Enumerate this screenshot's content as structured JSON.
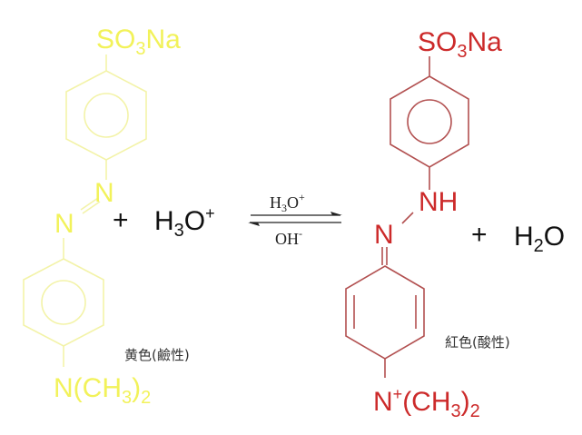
{
  "colors": {
    "base_form": "#f2f25a",
    "acid_form": "#cc2a2a",
    "reagents": "#111111"
  },
  "base_form": {
    "top_group": {
      "main": "SO",
      "sub": "3",
      "tail": "Na"
    },
    "azo_n1": "N",
    "azo_n2": "N",
    "bottom_group": {
      "main": "N(CH",
      "sub": "3",
      "tail": ")",
      "sub2": "2"
    },
    "label": "黄色(鹼性)"
  },
  "plus1": "+",
  "hydronium": {
    "main": "H",
    "sub": "3",
    "tail": "O",
    "sup": "+"
  },
  "equilibrium": {
    "forward": {
      "main": "H",
      "sub": "3",
      "tail": "O",
      "sup": "+"
    },
    "reverse": {
      "main": "OH",
      "sup": "-"
    }
  },
  "acid_form": {
    "top_group": {
      "main": "SO",
      "sub": "3",
      "tail": "Na"
    },
    "nh": "NH",
    "n": "N",
    "bottom_group": {
      "main": "N",
      "sup": "+",
      "mid": "(CH",
      "sub": "3",
      "tail": ")",
      "sub2": "2"
    },
    "label": "紅色(酸性)"
  },
  "plus2": "+",
  "water": {
    "main": "H",
    "sub": "2",
    "tail": "O"
  }
}
